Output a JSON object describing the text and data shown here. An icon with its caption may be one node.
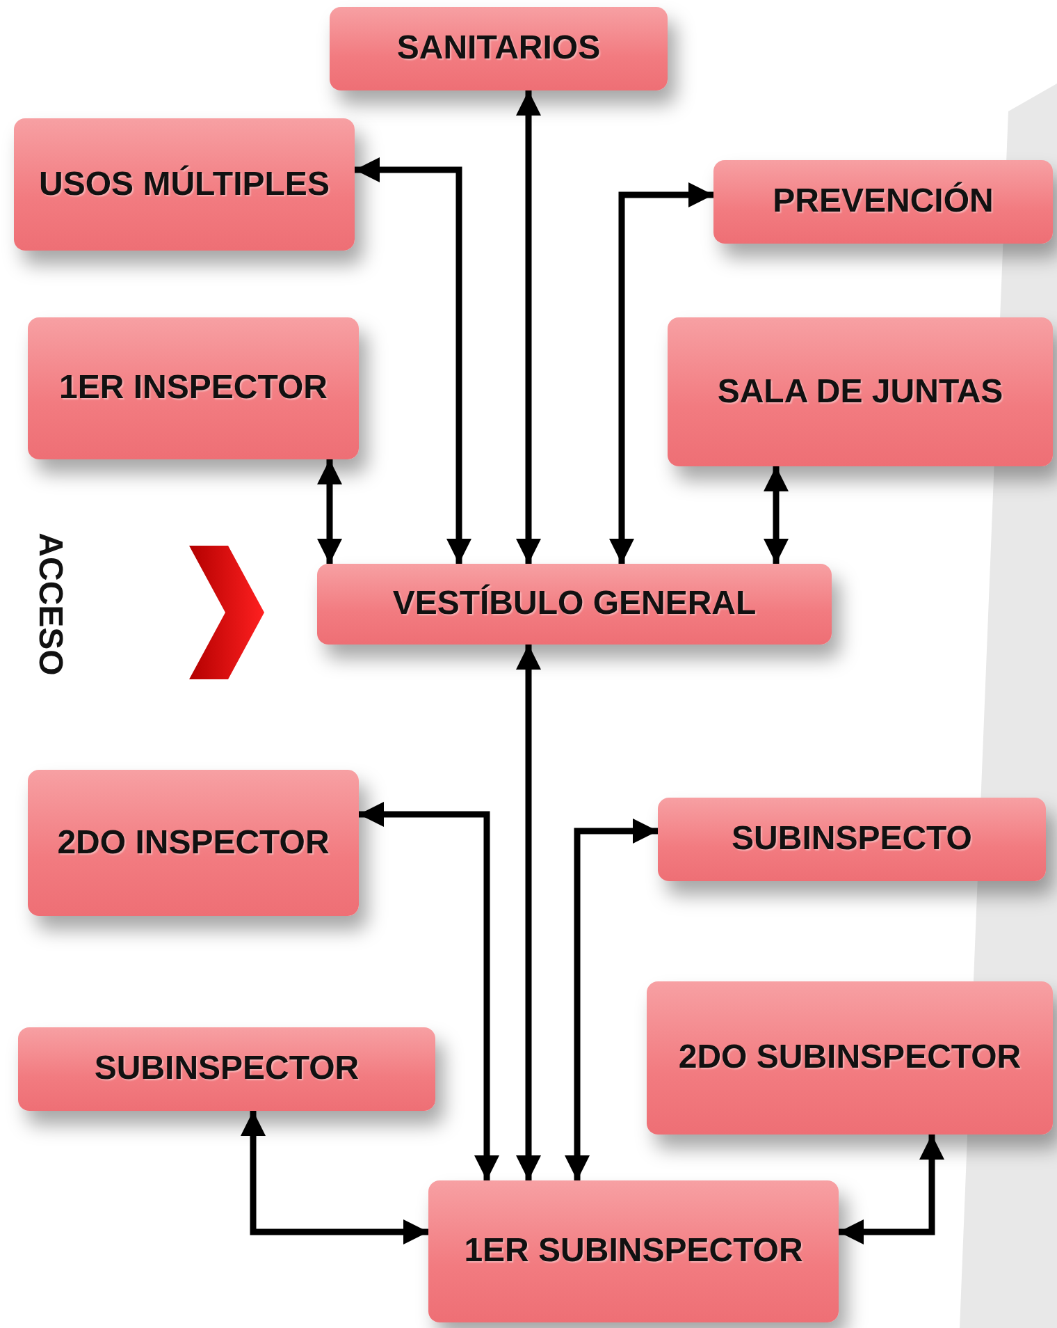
{
  "diagram": {
    "nodes": [
      {
        "text": [
          "SANITARIOS"
        ]
      },
      {
        "text": [
          "USOS MÚLTIPLES"
        ]
      },
      {
        "text": [
          "PREVENCIÓN"
        ]
      },
      {
        "text": [
          "1ER INSPECTOR"
        ]
      },
      {
        "text": [
          "SALA DE JUNTAS"
        ]
      },
      {
        "text": [
          "VESTÍBULO GENERAL"
        ]
      },
      {
        "text": [
          "2DO INSPECTOR"
        ]
      },
      {
        "text": [
          "SUBINSPECTO"
        ]
      },
      {
        "text": [
          "SUBINSPECTOR"
        ]
      },
      {
        "text": [
          "2DO SUBINSPECTOR"
        ]
      },
      {
        "text": [
          "1ER SUBINSPECTOR"
        ]
      }
    ],
    "edges": [
      {
        "from": 5,
        "to": 0,
        "arrow": "both"
      },
      {
        "from": 5,
        "to": 1,
        "arrow": "both"
      },
      {
        "from": 5,
        "to": 2,
        "arrow": "both"
      },
      {
        "from": 5,
        "to": 3,
        "arrow": "both"
      },
      {
        "from": 5,
        "to": 4,
        "arrow": "both"
      },
      {
        "from": 5,
        "to": 10,
        "arrow": "both"
      },
      {
        "from": 10,
        "to": 6,
        "arrow": "both"
      },
      {
        "from": 10,
        "to": 7,
        "arrow": "both"
      },
      {
        "from": 10,
        "to": 8,
        "arrow": "both"
      },
      {
        "from": 10,
        "to": 9,
        "arrow": "both"
      }
    ],
    "labels": [
      "ACCESO"
    ]
  }
}
